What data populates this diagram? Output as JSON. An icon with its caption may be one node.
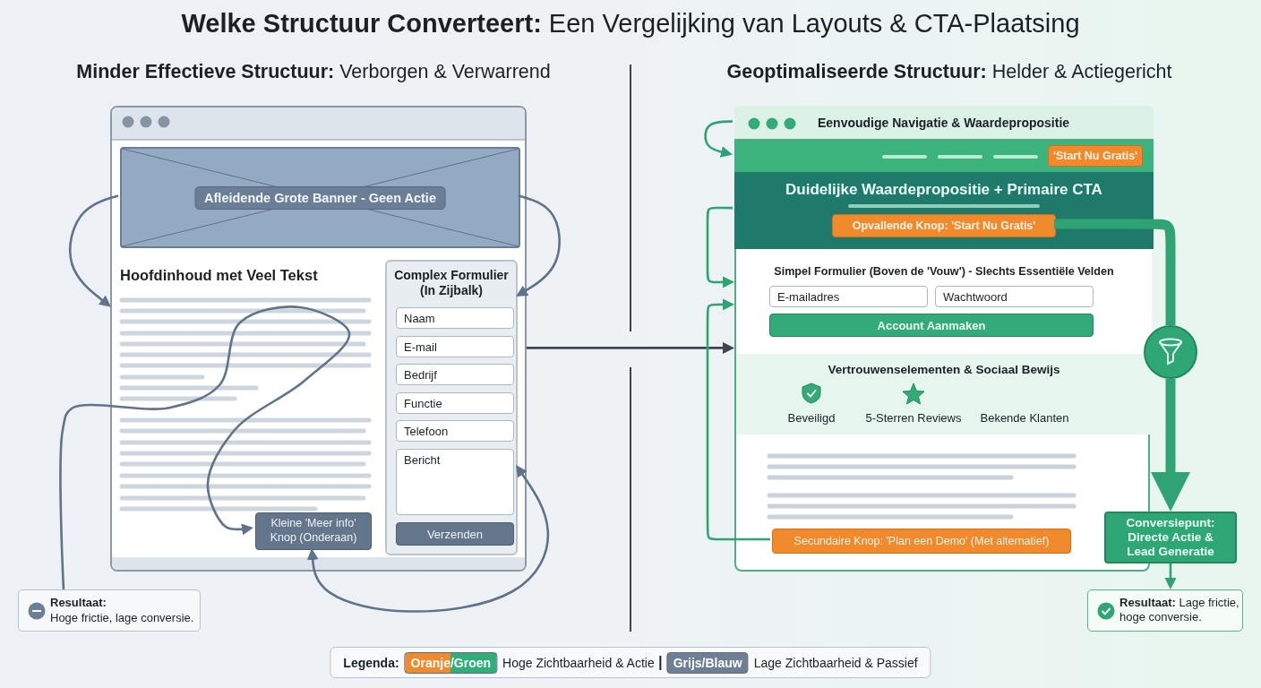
{
  "diagram": {
    "title": "**Welke Structuur Converteert:** Een Vergelijking van Layouts & CTA-Plaatsing",
    "nodes": [
      {
        "text": [],
        "shape": "box"
      },
      {
        "text": [
          "Afleidende Grote Banner - Geen Actie"
        ],
        "in": 0
      },
      {
        "text": [
          "Hoofdinhoud met Veel Tekst"
        ],
        "in": 0
      },
      {
        "text": [
          "Complex Formulier (In Zijbalk)"
        ],
        "in": 0
      },
      {
        "text": [
          "Naam"
        ],
        "in": 3
      },
      {
        "text": [
          "E-mail"
        ],
        "in": 3
      },
      {
        "text": [
          "Bedrijf"
        ],
        "in": 3
      },
      {
        "text": [
          "Functie"
        ],
        "in": 3
      },
      {
        "text": [
          "Telefoon"
        ],
        "in": 3
      },
      {
        "text": [
          "Bericht"
        ],
        "in": 3
      },
      {
        "text": [
          "Verzenden"
        ],
        "in": 3
      },
      {
        "text": [
          "Kleine 'Meer info' Knop (Onderaan)"
        ],
        "in": 2
      },
      {
        "text": [
          "Resultaat:",
          "Hoge frictie, lage conversie."
        ]
      },
      {
        "text": [],
        "shape": "box"
      },
      {
        "text": [
          "Eenvoudige Navigatie & Waardepropositie"
        ],
        "in": 13
      },
      {
        "text": [],
        "shape": "bar",
        "in": 13
      },
      {
        "text": [
          "'Start Nu Gratis'"
        ],
        "in": 15
      },
      {
        "text": [
          "Duidelijke Waardepropositie + Primaire CTA"
        ],
        "in": 13
      },
      {
        "text": [
          "Opvallende Knop: 'Start Nu Gratis'"
        ],
        "in": 17
      },
      {
        "text": [
          "Simpel Formulier (Boven de 'Vouw') - Slechts Essentiële Velden"
        ],
        "in": 13
      },
      {
        "text": [
          "E-mailadres"
        ],
        "in": 19
      },
      {
        "text": [
          "Wachtwoord"
        ],
        "in": 19
      },
      {
        "text": [
          "Account Aanmaken"
        ],
        "in": 19
      },
      {
        "text": [
          "Vertrouwenselementen & Sociaal Bewijs",
          "Beveiligd",
          "5-Sterren Reviews",
          "Bekende Klanten"
        ],
        "in": 13
      },
      {
        "text": [
          "Secundaire Knop: 'Plan een Demo' (Met alternatief)"
        ],
        "in": 13
      },
      {
        "text": [],
        "shape": "circle"
      },
      {
        "text": [
          "Conversiepunt: Directe Actie & Lead Generatie"
        ]
      },
      {
        "text": [
          "**Resultaat:** Lage frictie, hoge conversie."
        ]
      }
    ],
    "edges": [
      {
        "from": 1,
        "to": 2,
        "arrow": "to",
        "color": "#5f7389"
      },
      {
        "from": 1,
        "to": 3,
        "arrow": "to",
        "color": "#5f7389"
      },
      {
        "from": 12,
        "to": 11,
        "arrow": "to",
        "color": "#5f7389"
      },
      {
        "from": 11,
        "to": 3,
        "arrow": "both",
        "color": "#5f7389"
      },
      {
        "from": 0,
        "to": 13,
        "arrow": "to",
        "color": "#3d4650"
      },
      {
        "from": 14,
        "to": 15,
        "arrow": "to"
      },
      {
        "from": 17,
        "to": 19,
        "arrow": "to"
      },
      {
        "from": 24,
        "to": 19,
        "arrow": "to"
      },
      {
        "from": 18,
        "to": 25,
        "arrow": "none",
        "style": "thick"
      },
      {
        "from": 25,
        "to": 26,
        "arrow": "to",
        "style": "thick"
      },
      {
        "from": 26,
        "to": 27,
        "arrow": "to"
      }
    ],
    "labels": [
      "**Minder Effectieve Structuur:** Verborgen & Verwarrend",
      "**Geoptimaliseerde Structuur:** Helder & Actiegericht",
      "Legenda:",
      "Oranje/Groen",
      "Grijs/Blauw"
    ],
    "legend": [
      {
        "text": "Hoge Zichtbaarheid & Actie",
        "color": "#f08a2c"
      },
      {
        "text": "Lage Zichtbaarheid & Passief",
        "color": "#6c7f95"
      }
    ]
  }
}
